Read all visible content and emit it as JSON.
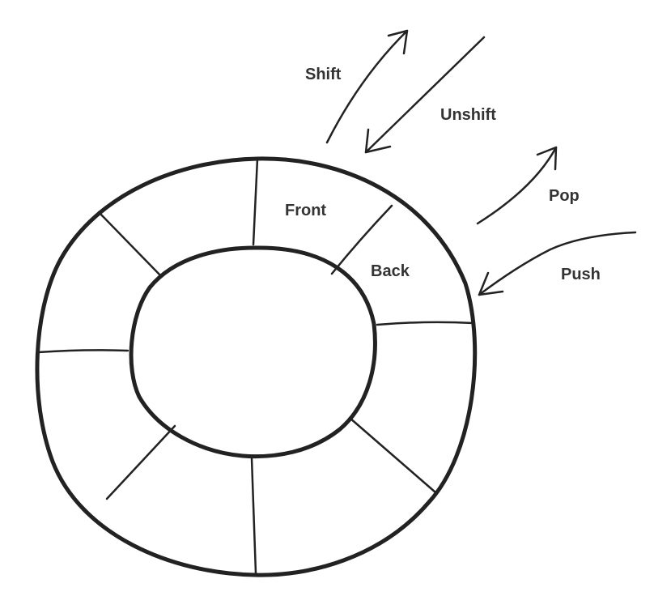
{
  "diagram": {
    "slots": {
      "front": "Front",
      "back": "Back"
    },
    "operations": {
      "shift": "Shift",
      "unshift": "Unshift",
      "pop": "Pop",
      "push": "Push"
    },
    "colors": {
      "stroke": "#222222",
      "text": "#333333",
      "background": "#ffffff"
    }
  }
}
